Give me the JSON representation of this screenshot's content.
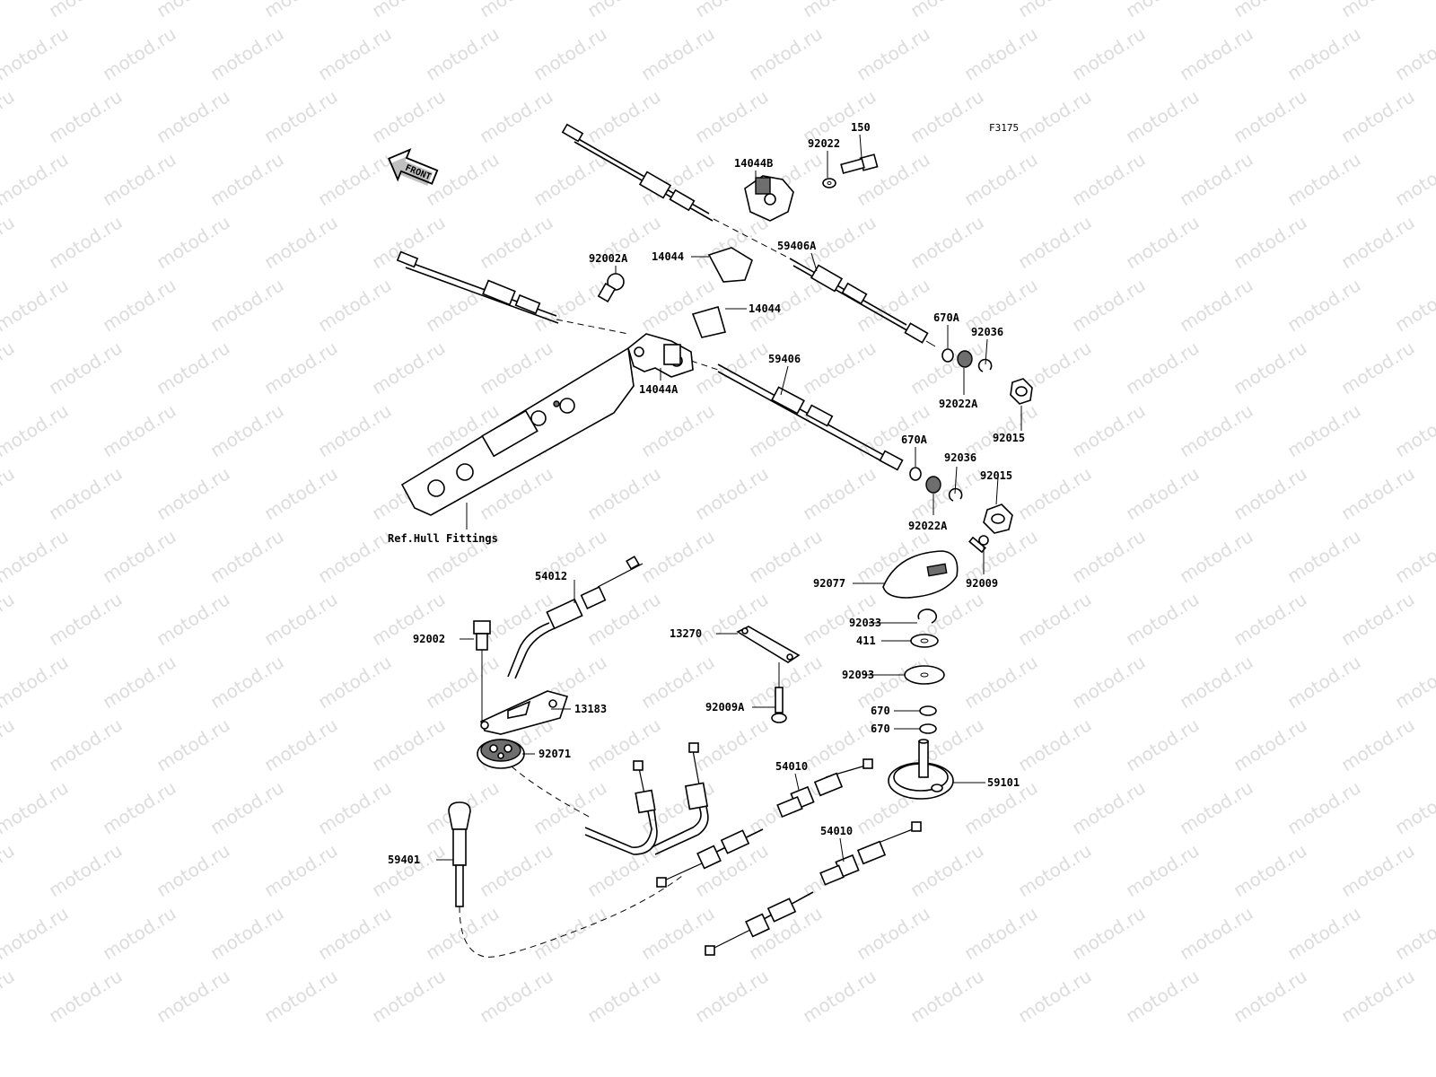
{
  "watermark": "motod.ru",
  "figure_code": "F3175",
  "front_label": "FRONT",
  "ref_label": "Ref.Hull Fittings",
  "parts": {
    "p14044B": "14044B",
    "p92022": "92022",
    "p150": "150",
    "p92002A": "92002A",
    "p14044_top": "14044",
    "p14044_mid": "14044",
    "p59406A": "59406A",
    "p670A_1": "670A",
    "p92036_1": "92036",
    "p92022A_1": "92022A",
    "p92015_1": "92015",
    "p14044A": "14044A",
    "p59406": "59406",
    "p670A_2": "670A",
    "p92036_2": "92036",
    "p92015_2": "92015",
    "p92022A_2": "92022A",
    "p54012": "54012",
    "p92002": "92002",
    "p13183": "13183",
    "p92071": "92071",
    "p13270": "13270",
    "p92009A": "92009A",
    "p92077": "92077",
    "p92009": "92009",
    "p92033": "92033",
    "p411": "411",
    "p92093": "92093",
    "p670_1": "670",
    "p670_2": "670",
    "p59101": "59101",
    "p54010_1": "54010",
    "p54010_2": "54010",
    "p59401": "59401"
  }
}
